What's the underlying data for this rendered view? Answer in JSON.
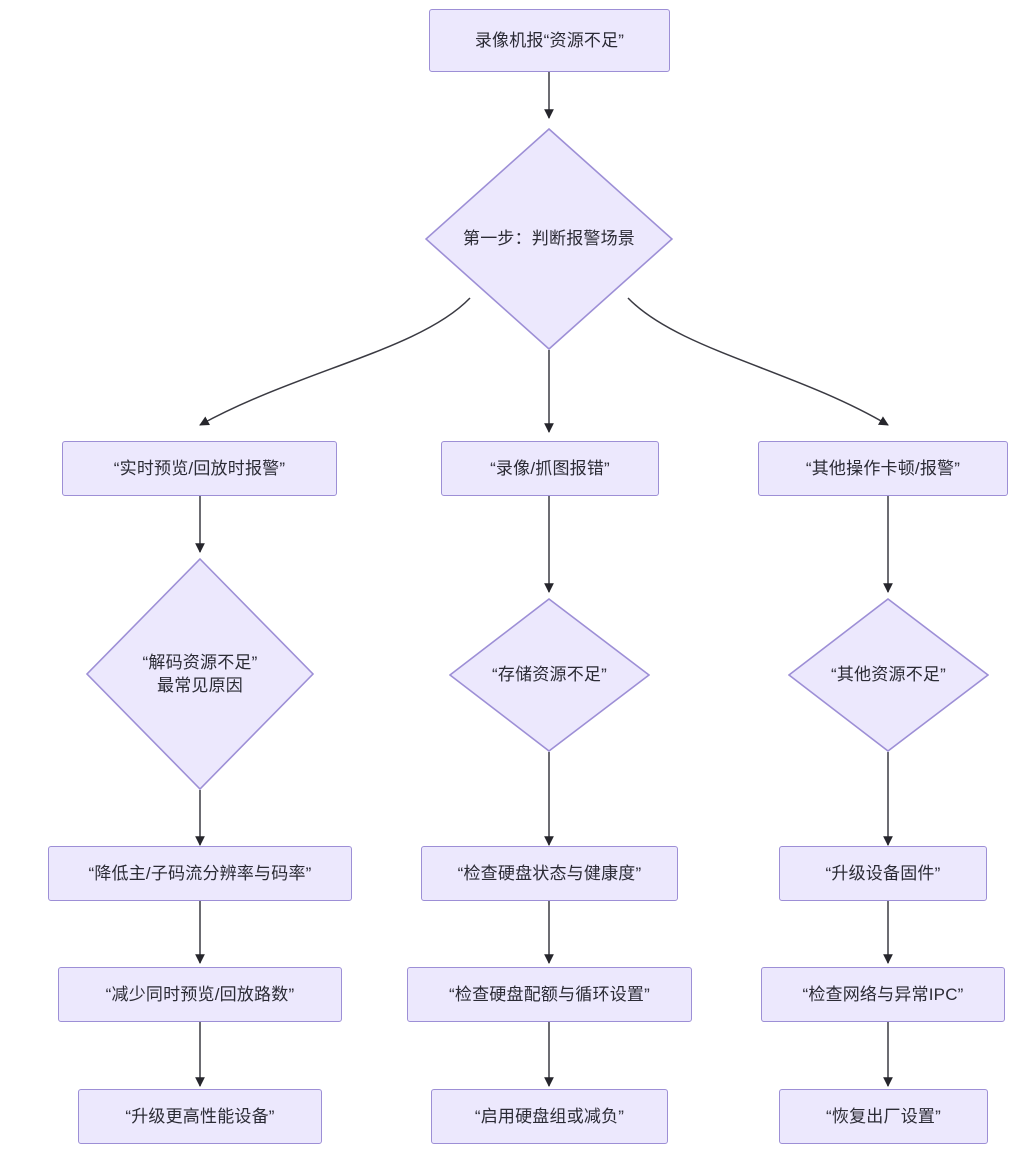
{
  "diagram": {
    "type": "flowchart",
    "direction": "top-down",
    "theme": {
      "node_fill": "#ECE8FD",
      "node_border": "#9D8FD6",
      "text_color": "#2b2b35",
      "edge_color": "#3a3a42",
      "background": "#ffffff"
    },
    "nodes": [
      {
        "id": "start",
        "shape": "rect",
        "label": "录像机报“资源不足”"
      },
      {
        "id": "step1",
        "shape": "diamond",
        "label": "第一步：判断报警场景"
      },
      {
        "id": "branch_a",
        "shape": "rect",
        "label": "“实时预览/回放时报警”"
      },
      {
        "id": "branch_b",
        "shape": "rect",
        "label": "“录像/抓图报错”"
      },
      {
        "id": "branch_c",
        "shape": "rect",
        "label": "“其他操作卡顿/报警”"
      },
      {
        "id": "cause_a",
        "shape": "diamond",
        "label": "“解码资源不足”",
        "label2": "最常见原因"
      },
      {
        "id": "cause_b",
        "shape": "diamond",
        "label": "“存储资源不足”"
      },
      {
        "id": "cause_c",
        "shape": "diamond",
        "label": "“其他资源不足”"
      },
      {
        "id": "action_a1",
        "shape": "rect",
        "label": "“降低主/子码流分辨率与码率”"
      },
      {
        "id": "action_b1",
        "shape": "rect",
        "label": "“检查硬盘状态与健康度”"
      },
      {
        "id": "action_c1",
        "shape": "rect",
        "label": "“升级设备固件”"
      },
      {
        "id": "action_a2",
        "shape": "rect",
        "label": "“减少同时预览/回放路数”"
      },
      {
        "id": "action_b2",
        "shape": "rect",
        "label": "“检查硬盘配额与循环设置”"
      },
      {
        "id": "action_c2",
        "shape": "rect",
        "label": "“检查网络与异常IPC”"
      },
      {
        "id": "action_a3",
        "shape": "rect",
        "label": "“升级更高性能设备”"
      },
      {
        "id": "action_b3",
        "shape": "rect",
        "label": "“启用硬盘组或减负”"
      },
      {
        "id": "action_c3",
        "shape": "rect",
        "label": "“恢复出厂设置”"
      }
    ],
    "edges": [
      {
        "from": "start",
        "to": "step1"
      },
      {
        "from": "step1",
        "to": "branch_a"
      },
      {
        "from": "step1",
        "to": "branch_b"
      },
      {
        "from": "step1",
        "to": "branch_c"
      },
      {
        "from": "branch_a",
        "to": "cause_a"
      },
      {
        "from": "branch_b",
        "to": "cause_b"
      },
      {
        "from": "branch_c",
        "to": "cause_c"
      },
      {
        "from": "cause_a",
        "to": "action_a1"
      },
      {
        "from": "cause_b",
        "to": "action_b1"
      },
      {
        "from": "cause_c",
        "to": "action_c1"
      },
      {
        "from": "action_a1",
        "to": "action_a2"
      },
      {
        "from": "action_b1",
        "to": "action_b2"
      },
      {
        "from": "action_c1",
        "to": "action_c2"
      },
      {
        "from": "action_a2",
        "to": "action_a3"
      },
      {
        "from": "action_b2",
        "to": "action_b3"
      },
      {
        "from": "action_c2",
        "to": "action_c3"
      }
    ]
  }
}
